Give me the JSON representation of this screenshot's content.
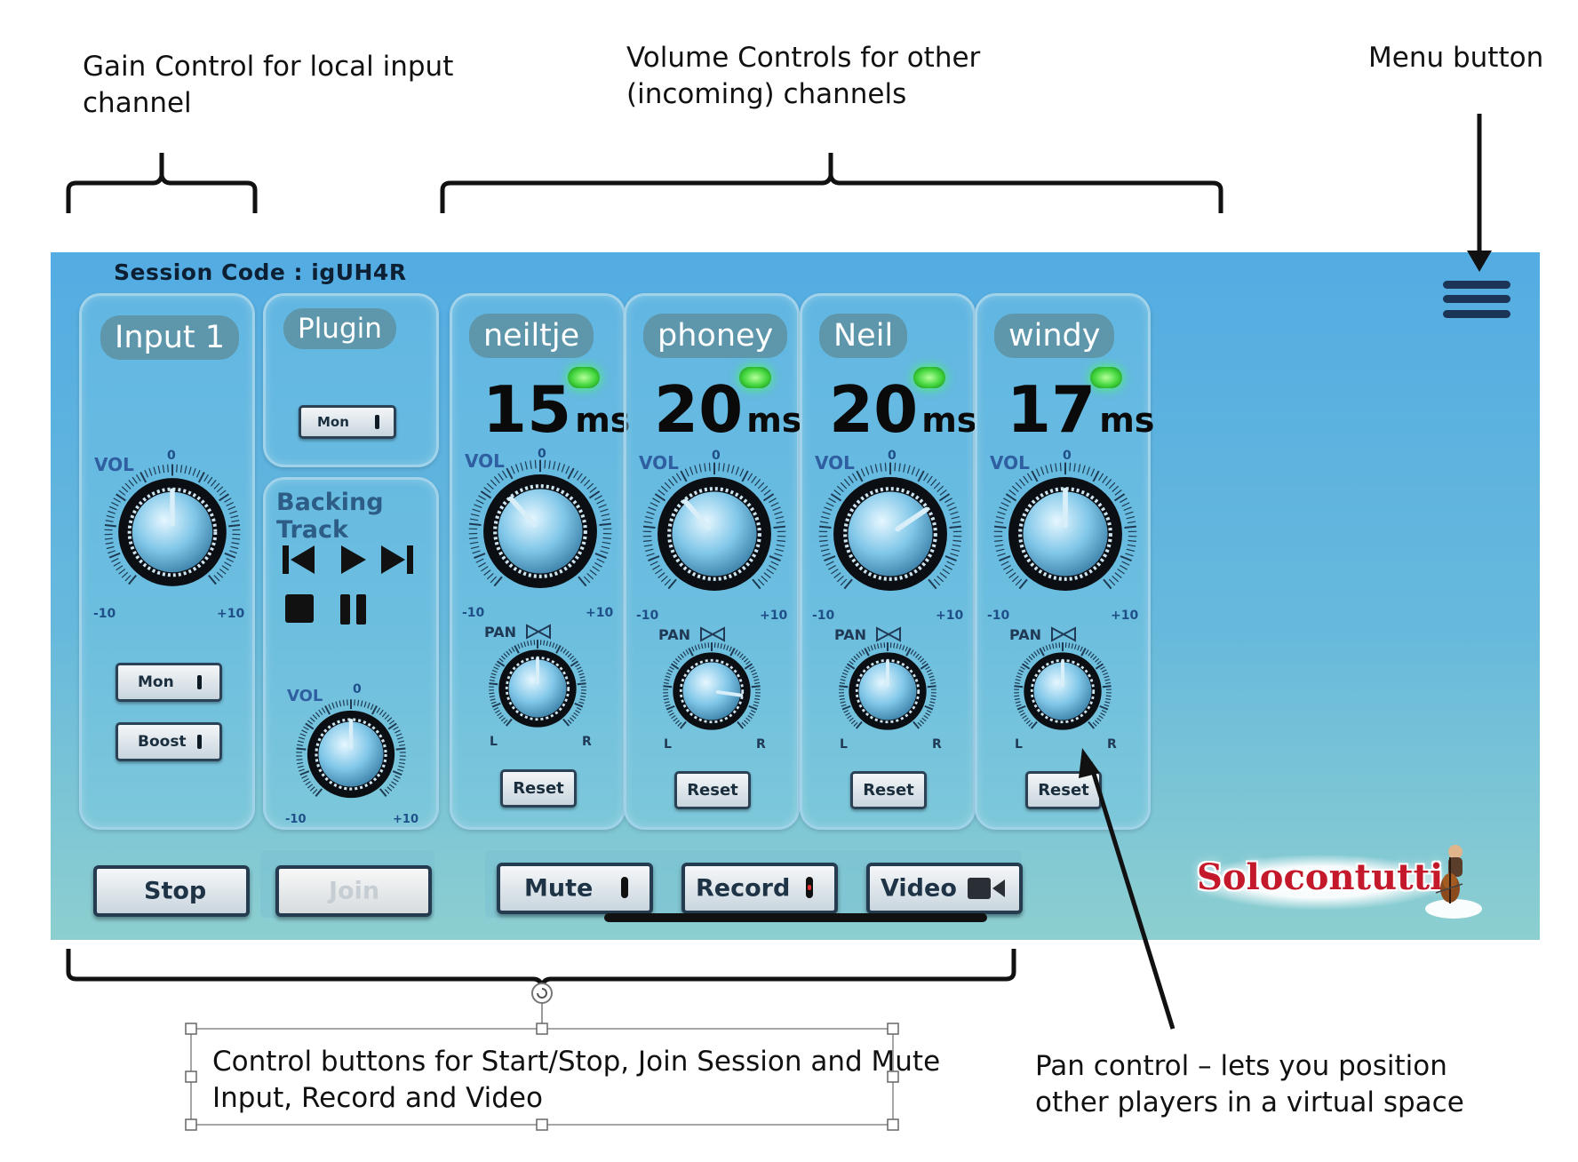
{
  "annotations": {
    "gain": [
      "Gain Control for local input",
      "channel"
    ],
    "volume": [
      "Volume Controls for other",
      "(incoming) channels"
    ],
    "menu": "Menu button",
    "control": [
      "Control buttons for Start/Stop, Join Session and Mute",
      "Input, Record and Video"
    ],
    "pan": [
      "Pan control – lets you position",
      "other players in a virtual space"
    ]
  },
  "app": {
    "session_label": "Session Code : igUH4R",
    "input": {
      "name": "Input 1",
      "vol_label": "VOL",
      "zero_mark": "0",
      "min_label": "-10",
      "max_label": "+10",
      "volume_level": 0,
      "mon_label": "Mon",
      "boost_label": "Boost"
    },
    "plugin": {
      "name": "Plugin",
      "mon_label": "Mon"
    },
    "backing_track": {
      "title": "Backing Track",
      "vol_label": "VOL",
      "zero_mark": "0",
      "min_label": "-10",
      "max_label": "+10",
      "volume_level": 0,
      "icons": [
        "skip-back-icon",
        "play-icon",
        "skip-forward-icon",
        "stop-icon",
        "pause-icon"
      ]
    },
    "channels": [
      {
        "name": "neiltje",
        "latency": "15",
        "unit": "ms",
        "vol_label": "VOL",
        "zero_mark": "0",
        "min_label": "-10",
        "max_label": "+10",
        "pan_label": "PAN",
        "l": "L",
        "r": "R",
        "reset_label": "Reset",
        "volume_level": -3,
        "pan_level": 0
      },
      {
        "name": "phoney",
        "latency": "20",
        "unit": "ms",
        "vol_label": "VOL",
        "zero_mark": "0",
        "min_label": "-10",
        "max_label": "+10",
        "pan_label": "PAN",
        "l": "L",
        "r": "R",
        "reset_label": "Reset",
        "volume_level": -3,
        "pan_level": 7
      },
      {
        "name": "Neil",
        "latency": "20",
        "unit": "ms",
        "vol_label": "VOL",
        "zero_mark": "0",
        "min_label": "-10",
        "max_label": "+10",
        "pan_label": "PAN",
        "l": "L",
        "r": "R",
        "reset_label": "Reset",
        "volume_level": 4,
        "pan_level": 0
      },
      {
        "name": "windy",
        "latency": "17",
        "unit": "ms",
        "vol_label": "VOL",
        "zero_mark": "0",
        "min_label": "-10",
        "max_label": "+10",
        "pan_label": "PAN",
        "l": "L",
        "r": "R",
        "reset_label": "Reset",
        "volume_level": 0,
        "pan_level": 0
      }
    ],
    "buttons": {
      "stop": "Stop",
      "join": "Join",
      "mute": "Mute",
      "record": "Record",
      "video": "Video"
    },
    "brand": "Solocontutti"
  },
  "colors": {
    "app_top": "#53ace2",
    "app_bottom": "#8dcfd0",
    "led": "#3fd43a",
    "brand": "#c4192a",
    "knob_body": "#7fc6e8"
  }
}
